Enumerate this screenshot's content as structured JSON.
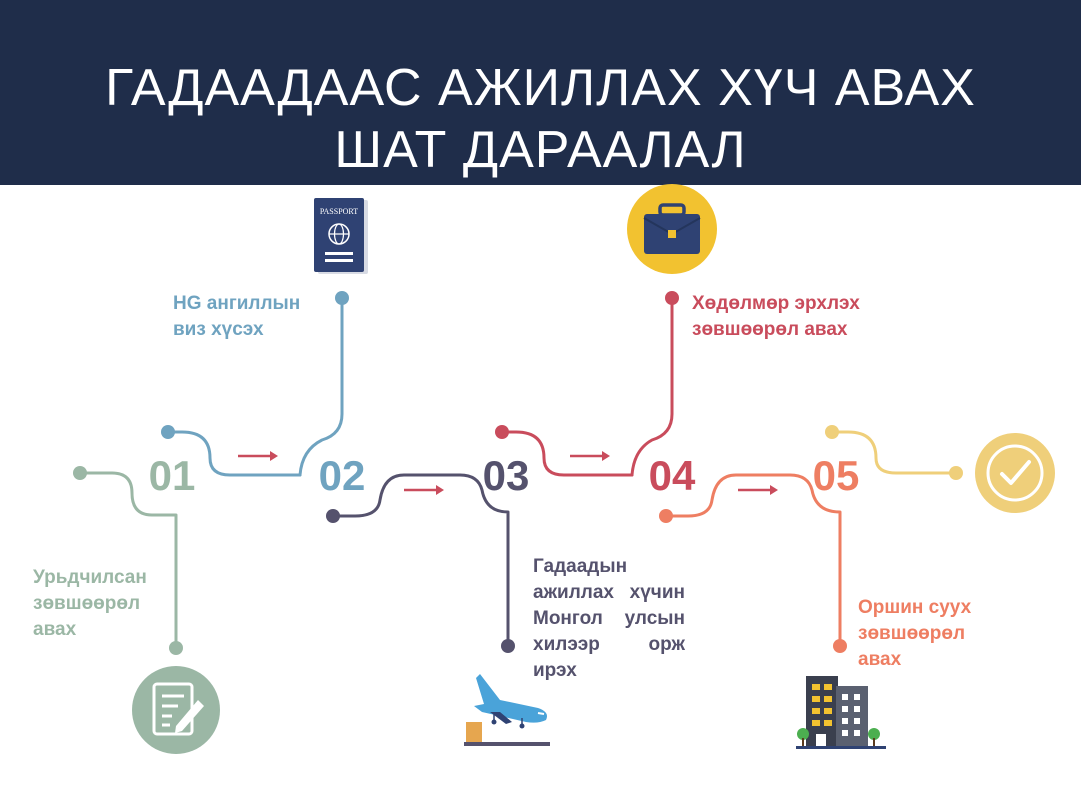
{
  "title": {
    "line1": "ГАДААДААС АЖИЛЛАХ ХҮЧ АВАХ",
    "line2": "ШАТ ДАРААЛАЛ"
  },
  "steps": [
    {
      "number": "01",
      "label_lines": [
        "Урьдчилсан",
        "зөвшөөрөл",
        "авах"
      ],
      "color": "#9bb7a5",
      "icon": "document-edit-icon"
    },
    {
      "number": "02",
      "label_lines": [
        "HG ангиллын",
        "виз хүсэх"
      ],
      "color": "#6fa3c0",
      "icon": "passport-icon"
    },
    {
      "number": "03",
      "label_lines": [
        "Гадаадын",
        "ажиллах хүчин",
        "Монгол улсын",
        "хилээр орж",
        "ирэх"
      ],
      "color": "#55526d",
      "icon": "airplane-icon"
    },
    {
      "number": "04",
      "label_lines": [
        "Хөдөлмөр эрхлэх",
        "зөвшөөрөл авах"
      ],
      "color": "#c94c5c",
      "icon": "briefcase-icon"
    },
    {
      "number": "05",
      "label_lines": [
        "Оршин суух",
        "зөвшөөрөл",
        "авах"
      ],
      "color": "#ee7e62",
      "icon": "building-icon"
    }
  ],
  "final": {
    "color": "#efcf7a",
    "icon": "checkmark-icon"
  },
  "passport_text": "PASSPORT",
  "colors": {
    "header_bg": "#1f2d4a",
    "arrow": "#c94c5c"
  }
}
